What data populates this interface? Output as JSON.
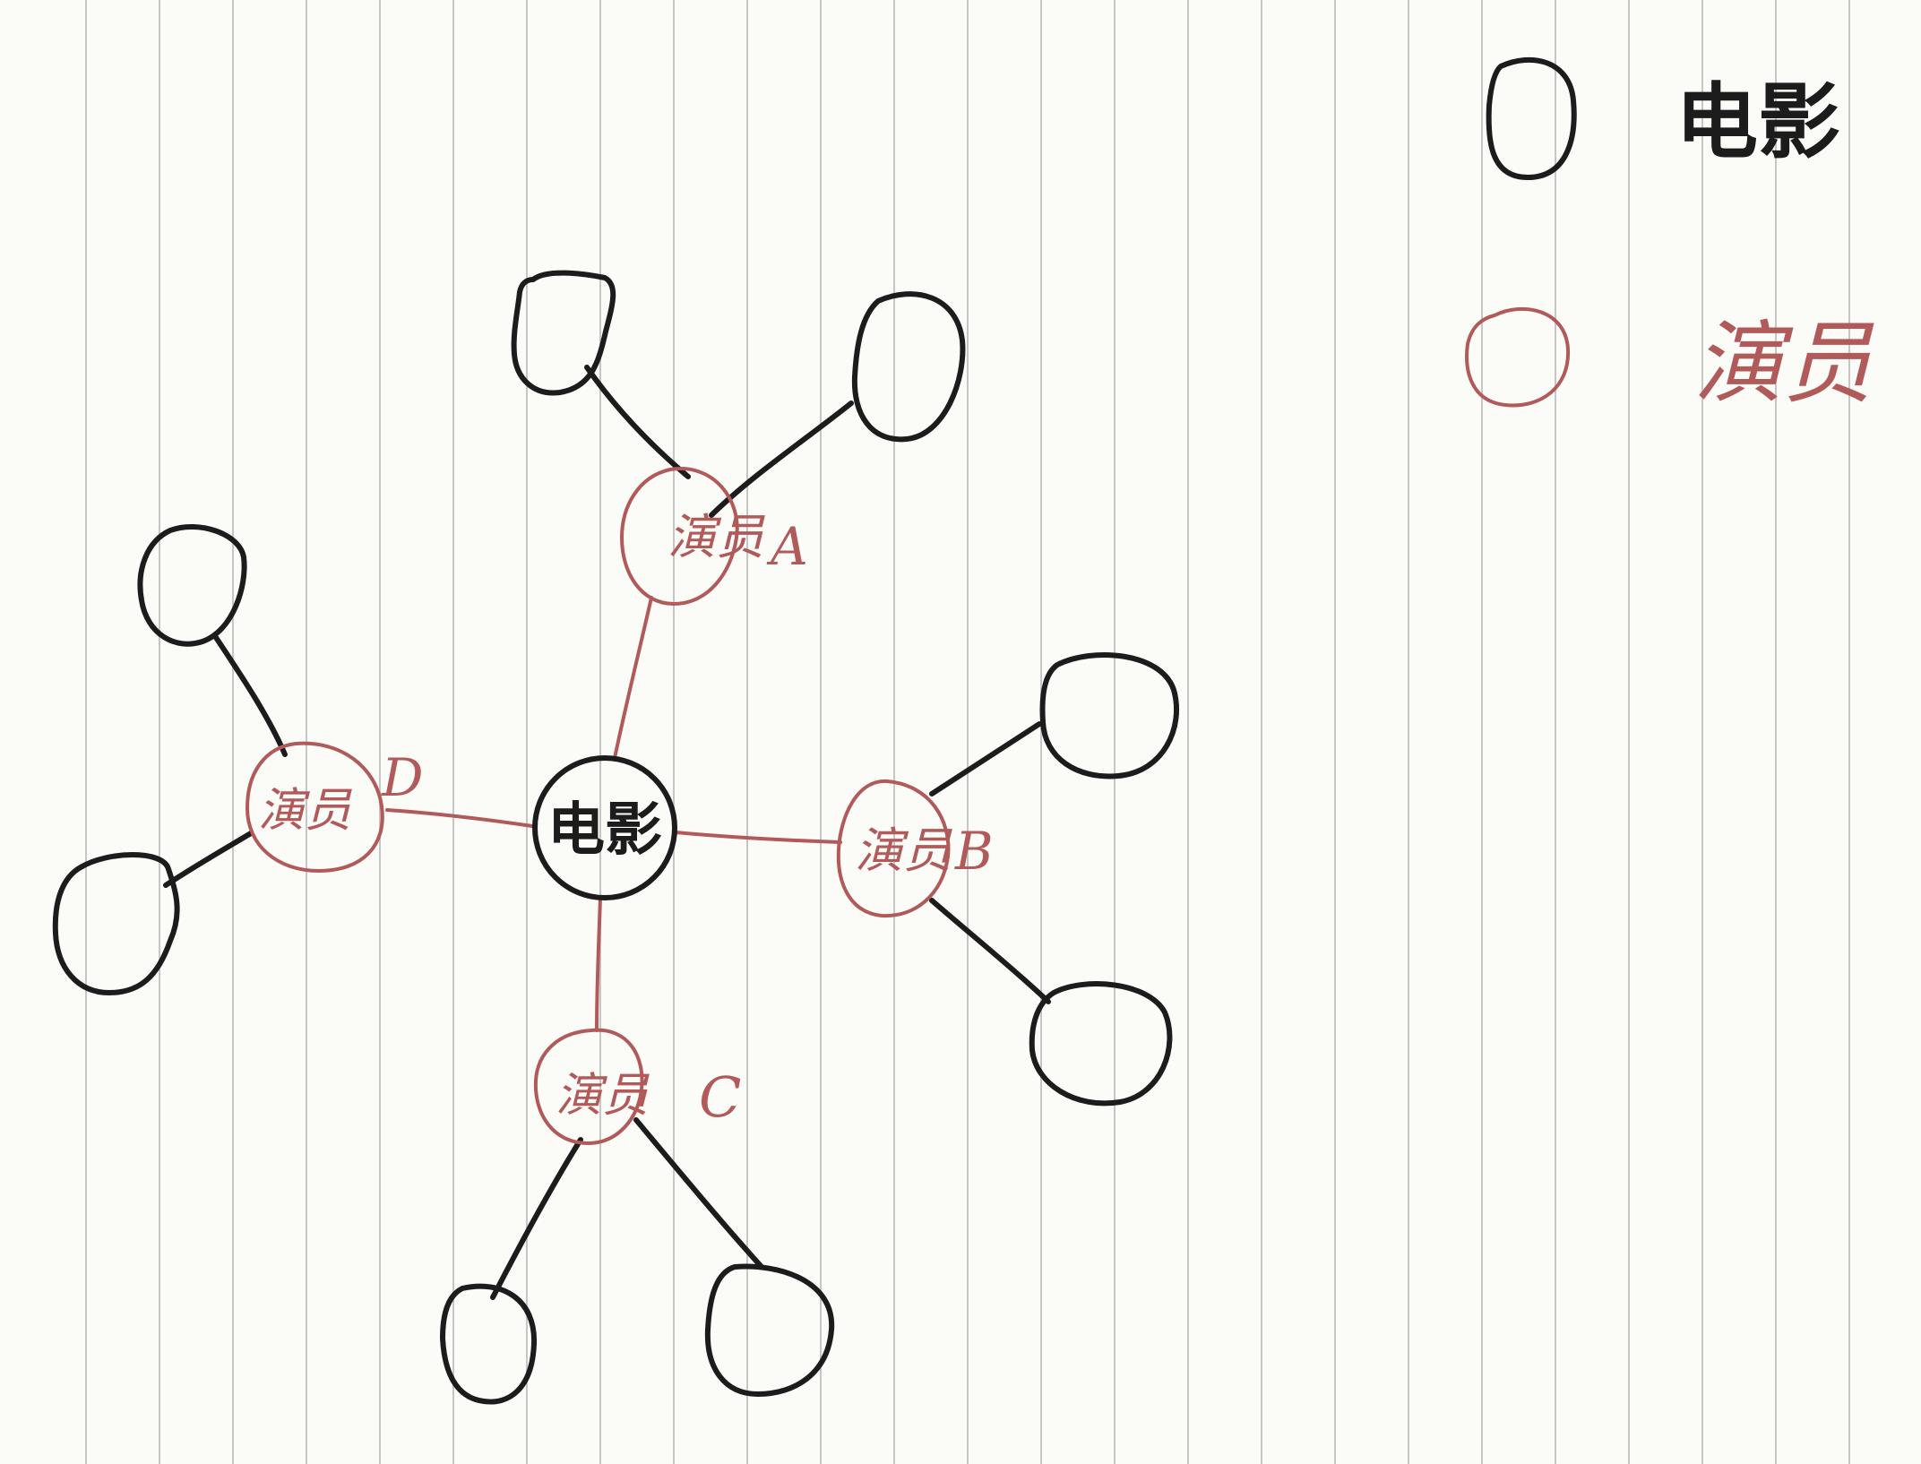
{
  "legend": {
    "movie_label": "电影",
    "actor_label": "演员"
  },
  "center": {
    "label": "电影"
  },
  "actors": [
    {
      "id": "A",
      "label": "演员",
      "suffix": "A"
    },
    {
      "id": "B",
      "label": "演员",
      "suffix": "B"
    },
    {
      "id": "C",
      "label": "演员",
      "suffix": "C"
    },
    {
      "id": "D",
      "label": "演员",
      "suffix": "D"
    }
  ],
  "colors": {
    "movie_ink": "#1c1c1c",
    "actor_ink": "#b05a5a",
    "paper": "#fbfbf8",
    "ruling": "#c6c6c6"
  }
}
